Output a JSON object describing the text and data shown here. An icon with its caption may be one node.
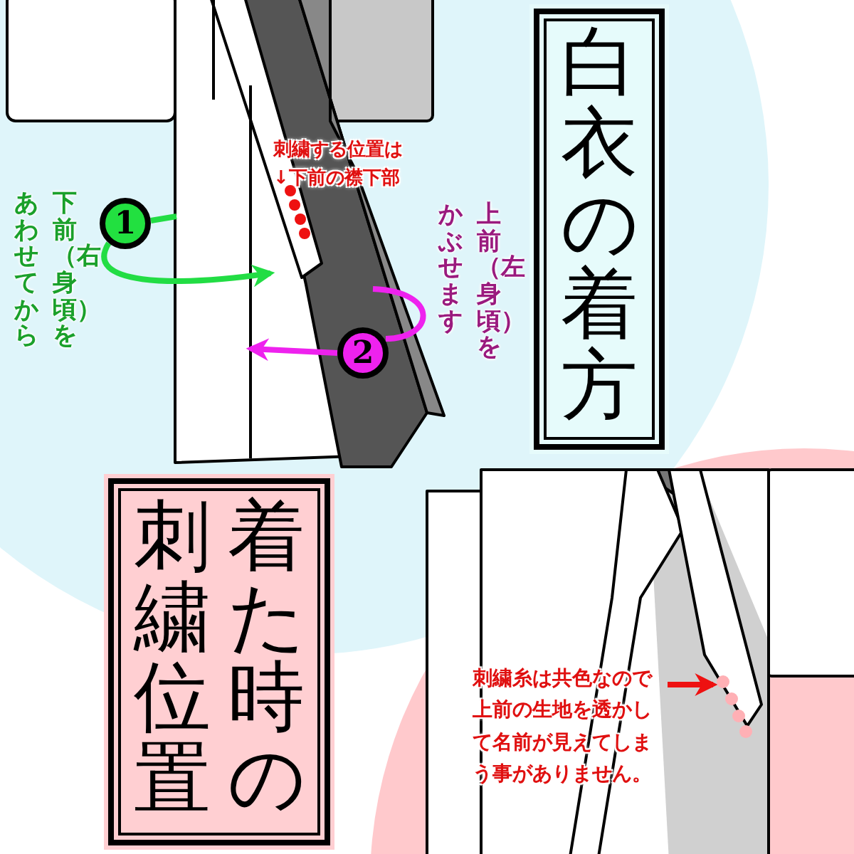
{
  "diagram": {
    "nodes": [
      {
        "text": [
          "白衣の着方"
        ]
      },
      {
        "text": [
          "下前（右身頃）をあわせてから"
        ]
      },
      {
        "text": [
          "1"
        ]
      },
      {
        "text": [
          "上前（左身頃）をかぶせます"
        ]
      },
      {
        "text": [
          "2"
        ]
      },
      {
        "text": [
          "着た時の刺繍位置"
        ]
      },
      {
        "text": [
          "刺繍糸は共色なので上前の生地を透かして名前が見えてしまう事がありません。"
        ]
      },
      {
        "text": [],
        "shape": "dots"
      }
    ],
    "edges": [
      {
        "from": 2,
        "to": null,
        "arrow": "to",
        "color": "#22dd44"
      },
      {
        "from": 4,
        "to": null,
        "arrow": "to",
        "color": "#ee22ee"
      },
      {
        "from": 6,
        "to": 7,
        "arrow": "to",
        "color": "#ee1111"
      }
    ],
    "labels": [
      "刺繍する位置は",
      "↓下前の襟下部"
    ]
  }
}
